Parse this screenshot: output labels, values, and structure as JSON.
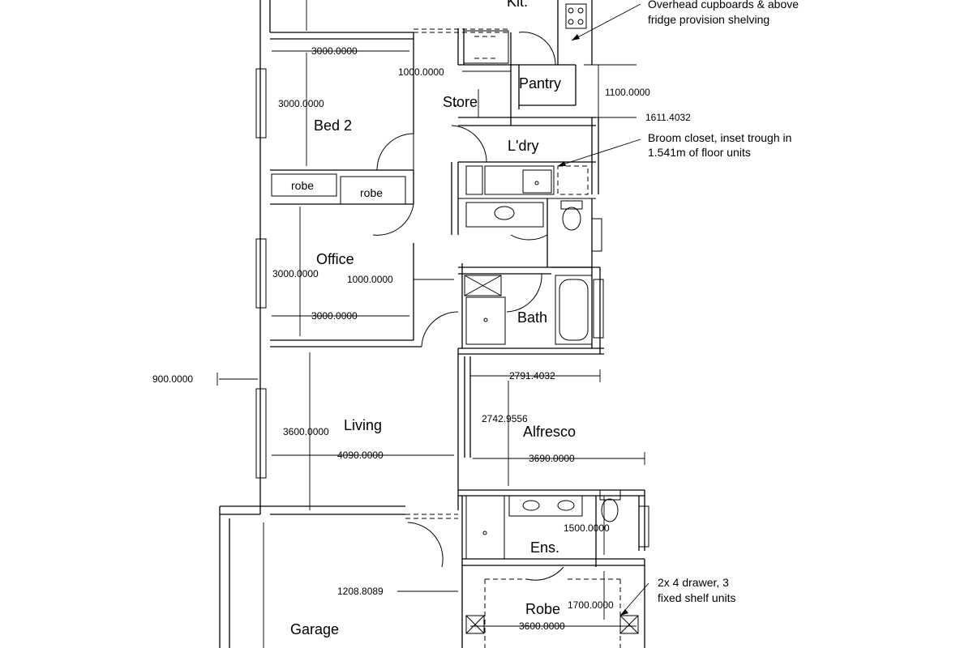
{
  "rooms": {
    "kit": "Kit.",
    "pantry": "Pantry",
    "store": "Store",
    "bed2": "Bed 2",
    "laundry": "L'dry",
    "robe1": "robe",
    "robe2": "robe",
    "office": "Office",
    "bath": "Bath",
    "living": "Living",
    "alfresco": "Alfresco",
    "ensuite": "Ens.",
    "robe_main": "Robe",
    "garage": "Garage"
  },
  "dimensions": {
    "bed2_width": "3000.0000",
    "bed2_depth": "3000.0000",
    "store_width": "1000.0000",
    "pantry_depth": "1100.0000",
    "laundry_width": "1611.4032",
    "office_depth": "3000.0000",
    "office_corridor": "1000.0000",
    "office_width": "3000.0000",
    "side_setback": "900.0000",
    "alfresco_width_top": "2791.4032",
    "living_depth": "3600.0000",
    "alfresco_depth": "2742.9556",
    "living_width": "4090.0000",
    "alfresco_width": "3690.0000",
    "ensuite_depth": "1500.0000",
    "garage_door": "1208.8089",
    "robe_depth": "1700.0000",
    "robe_width": "3600.0000"
  },
  "notes": {
    "overhead_line1": "Overhead cupboards & above",
    "overhead_line2": "fridge provision shelving",
    "broom_line1": "Broom closet, inset trough in",
    "broom_line2": "1.541m of floor units",
    "drawer_line1": "2x 4 drawer, 3",
    "drawer_line2": "fixed shelf units"
  }
}
